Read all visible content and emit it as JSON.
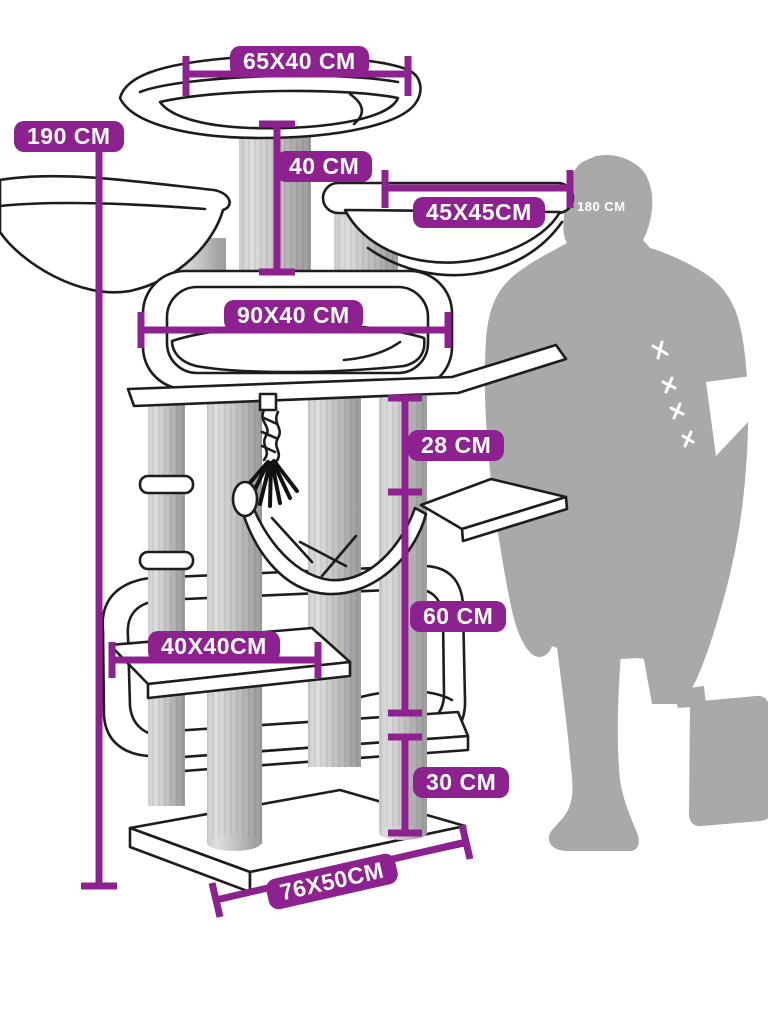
{
  "diagram": {
    "title": "cat-tree-dimensions-diagram",
    "accent_color": "#8e2190",
    "silhouette_color": "#a9a9a9",
    "dimensions": {
      "top_bed": "65X40 CM",
      "total_height": "190 CM",
      "top_post_height": "40 CM",
      "side_bed": "45X45CM",
      "person_height": "180 CM",
      "main_bed": "90X40 CM",
      "upper_gap": "28 CM",
      "middle_gap": "60 CM",
      "mid_platform": "40X40CM",
      "lower_gap": "30 CM",
      "base": "76X50CM"
    }
  }
}
